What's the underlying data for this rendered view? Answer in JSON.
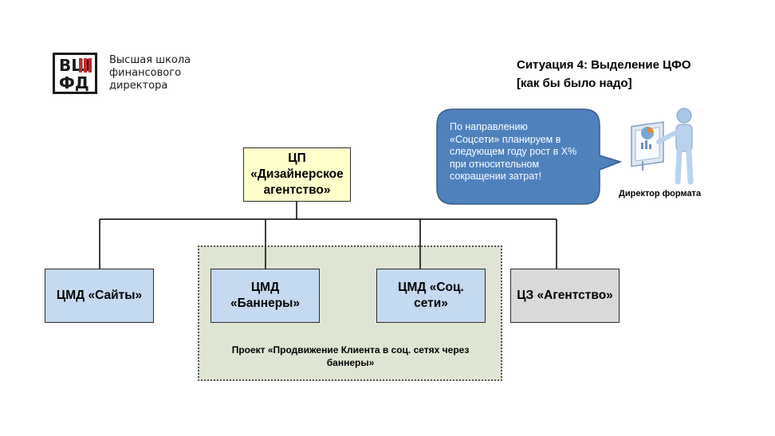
{
  "logo": {
    "row1": "ВШ",
    "row2": "ФД",
    "lines": [
      "Высшая школа",
      "финансового",
      "директора"
    ],
    "accent_color": "#c62828"
  },
  "title": {
    "line1": "Ситуация 4: Выделение ЦФО",
    "line2": "[как бы было надо]"
  },
  "callout": {
    "lines": [
      "По направлению",
      "«Соцсети» планируем в",
      "следующем году рост в Х%",
      "при относительном",
      "сокращении затрат!"
    ],
    "color": "#4f81bd"
  },
  "person": {
    "icon": "presenter-icon",
    "caption": "Директор формата"
  },
  "org": {
    "top": {
      "lines": [
        "ЦП",
        "«Дизайнерское",
        "агентство»"
      ],
      "color": "#ffffcc"
    },
    "units": [
      {
        "lines": [
          "ЦМД «Сайты»"
        ],
        "color": "#c5d9f1"
      },
      {
        "lines": [
          "ЦМД",
          "«Баннеры»"
        ],
        "color": "#c5d9f1"
      },
      {
        "lines": [
          "ЦМД «Соц.",
          "сети»"
        ],
        "color": "#c5d9f1"
      },
      {
        "lines": [
          "ЦЗ «Агентство»"
        ],
        "color": "#d9d9d9"
      }
    ],
    "project": {
      "lines": [
        "Проект «Продвижение Клиента в соц. сетях через",
        "баннеры»"
      ],
      "color": "#dfe5d3"
    }
  }
}
